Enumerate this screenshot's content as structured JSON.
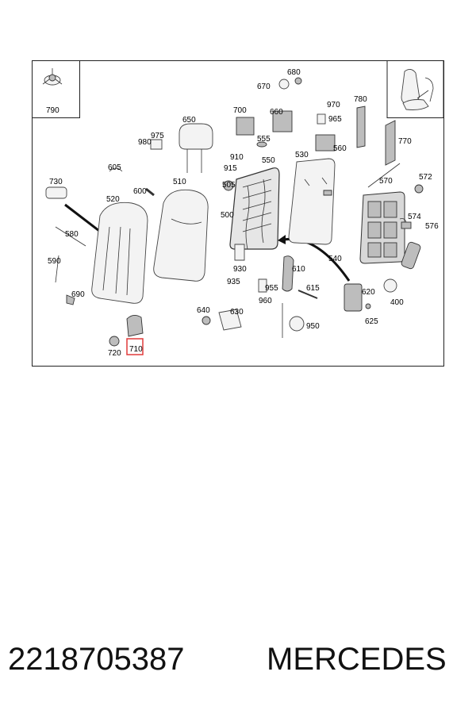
{
  "diagram": {
    "labels": {
      "p790": "790",
      "p680": "680",
      "p670": "670",
      "p700": "700",
      "p660": "660",
      "p970": "970",
      "p965": "965",
      "p780": "780",
      "p770": "770",
      "p650": "650",
      "p975": "975",
      "p980": "980",
      "p910": "910",
      "p915": "915",
      "p555": "555",
      "p550": "550",
      "p530": "530",
      "p560": "560",
      "p605": "605",
      "p730": "730",
      "p600": "600",
      "p510": "510",
      "p505": "505",
      "p570": "570",
      "p572": "572",
      "p520": "520",
      "p500": "500",
      "p574": "574",
      "p576": "576",
      "p580": "580",
      "p590": "590",
      "p540": "540",
      "p930": "930",
      "p935": "935",
      "p610": "610",
      "p955": "955",
      "p615": "615",
      "p620": "620",
      "p690": "690",
      "p960": "960",
      "p400": "400",
      "p640": "640",
      "p630": "630",
      "p625": "625",
      "p950": "950",
      "p710": "710",
      "p720": "720"
    },
    "highlight_color": "#e03a3a"
  },
  "footer": {
    "part_number": "2218705387",
    "brand": "MERCEDES"
  }
}
